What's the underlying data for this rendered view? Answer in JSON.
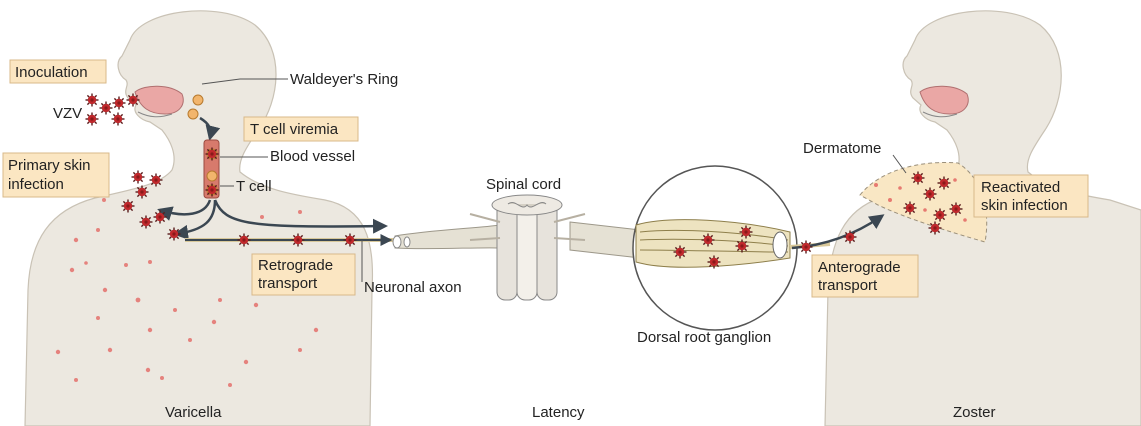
{
  "labels": {
    "inoculation": "Inoculation",
    "vzv": "VZV",
    "waldeyers_ring": "Waldeyer's Ring",
    "t_cell_viremia": "T cell viremia",
    "blood_vessel": "Blood vessel",
    "primary_skin_1": "Primary skin",
    "primary_skin_2": "infection",
    "t_cell": "T cell",
    "retrograde_1": "Retrograde",
    "retrograde_2": "transport",
    "neuronal_axon": "Neuronal axon",
    "spinal_cord": "Spinal cord",
    "dorsal_root_ganglion": "Dorsal root ganglion",
    "dermatome": "Dermatome",
    "reactivated_1": "Reactivated",
    "reactivated_2": "skin infection",
    "anterograde_1": "Anterograde",
    "anterograde_2": "transport"
  },
  "captions": {
    "left": "Varicella",
    "middle": "Latency",
    "right": "Zoster"
  },
  "colors": {
    "body": "#ece8e0",
    "body_stroke": "#c9c2b5",
    "label_box": "#fbe6c2",
    "label_box_stroke": "#d8b98a",
    "virus": "#c0282c",
    "arrow": "#3b4752",
    "mouth": "#eaa7a5",
    "dermatome": "#f9e7c4",
    "vessel": "#d77a6c"
  }
}
